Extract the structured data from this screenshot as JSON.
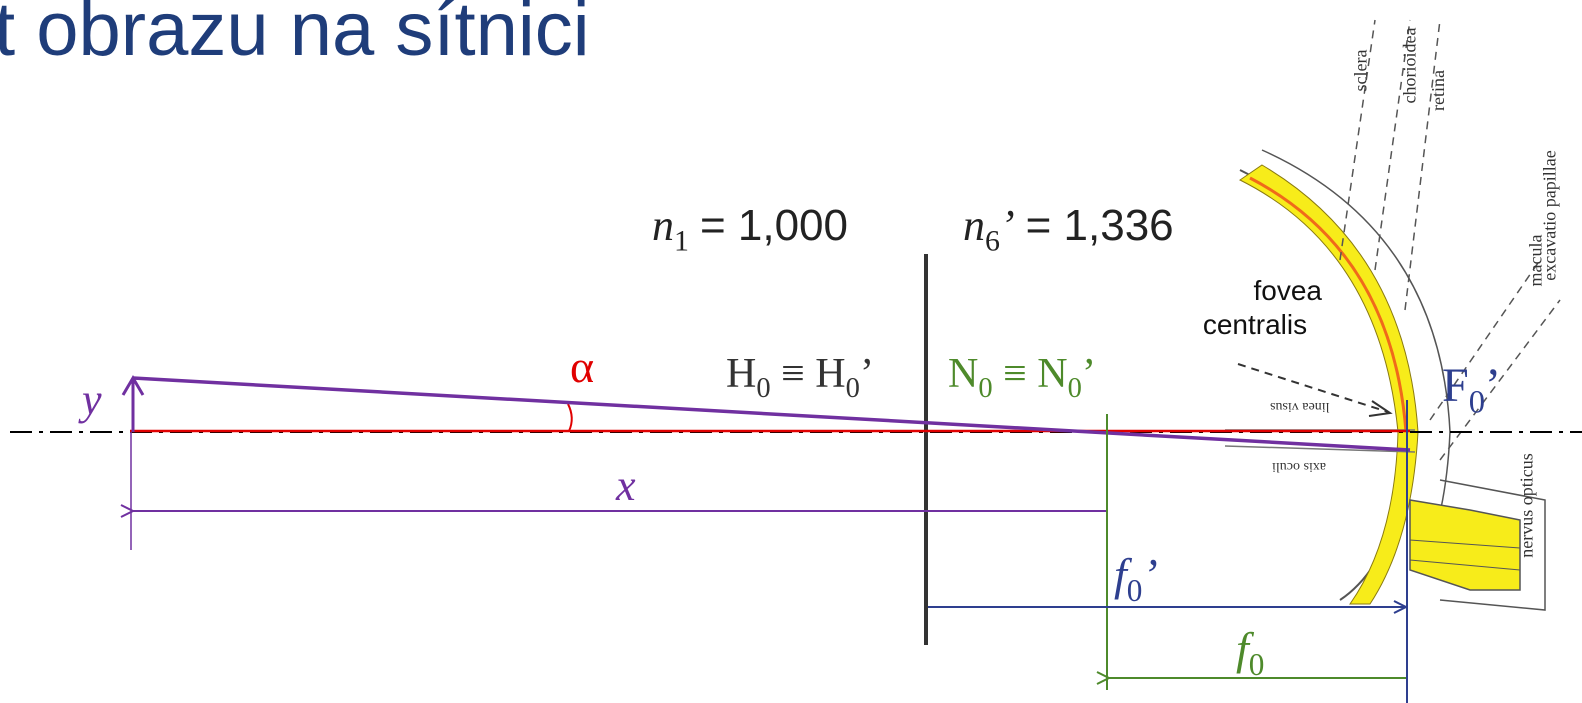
{
  "title": "t obrazu na sítnici",
  "media": {
    "n1": {
      "symbol": "n",
      "sub": "1",
      "value": "= 1,000"
    },
    "n6": {
      "symbol": "n",
      "sub": "6",
      "prime": "’",
      "value": "= 1,336"
    }
  },
  "points": {
    "H": {
      "main": "H",
      "sub": "0",
      "mid": " ≡ H",
      "sub2": "0",
      "prime": "’"
    },
    "N": {
      "main": "N",
      "sub": "0",
      "mid": " ≡ N",
      "sub2": "0",
      "prime": "’"
    },
    "F": {
      "main": "F",
      "sub": "0",
      "prime": "’"
    }
  },
  "symbols": {
    "alpha": "α",
    "y": "y",
    "x": "x",
    "f0_prime": {
      "main": "f",
      "sub": "0",
      "prime": "’"
    },
    "f0": {
      "main": "f",
      "sub": "0"
    }
  },
  "eye_labels": {
    "fovea_line1": "fovea",
    "fovea_line2": "centralis",
    "sclera": "sclera",
    "chorioidea": "chorioidea",
    "retina": "retina",
    "macula": "macula",
    "excavatio": "excavatio papillae",
    "nervus": "nervus opticus",
    "linea_visus": "linea visus",
    "axis_oculi": "axis oculi"
  },
  "colors": {
    "title": "#1f3d7a",
    "purple": "#7030a0",
    "red": "#e00000",
    "green": "#4e8a2b",
    "blue": "#2e3f8f",
    "dark": "#333333",
    "yellow": "#f7ec1a"
  }
}
